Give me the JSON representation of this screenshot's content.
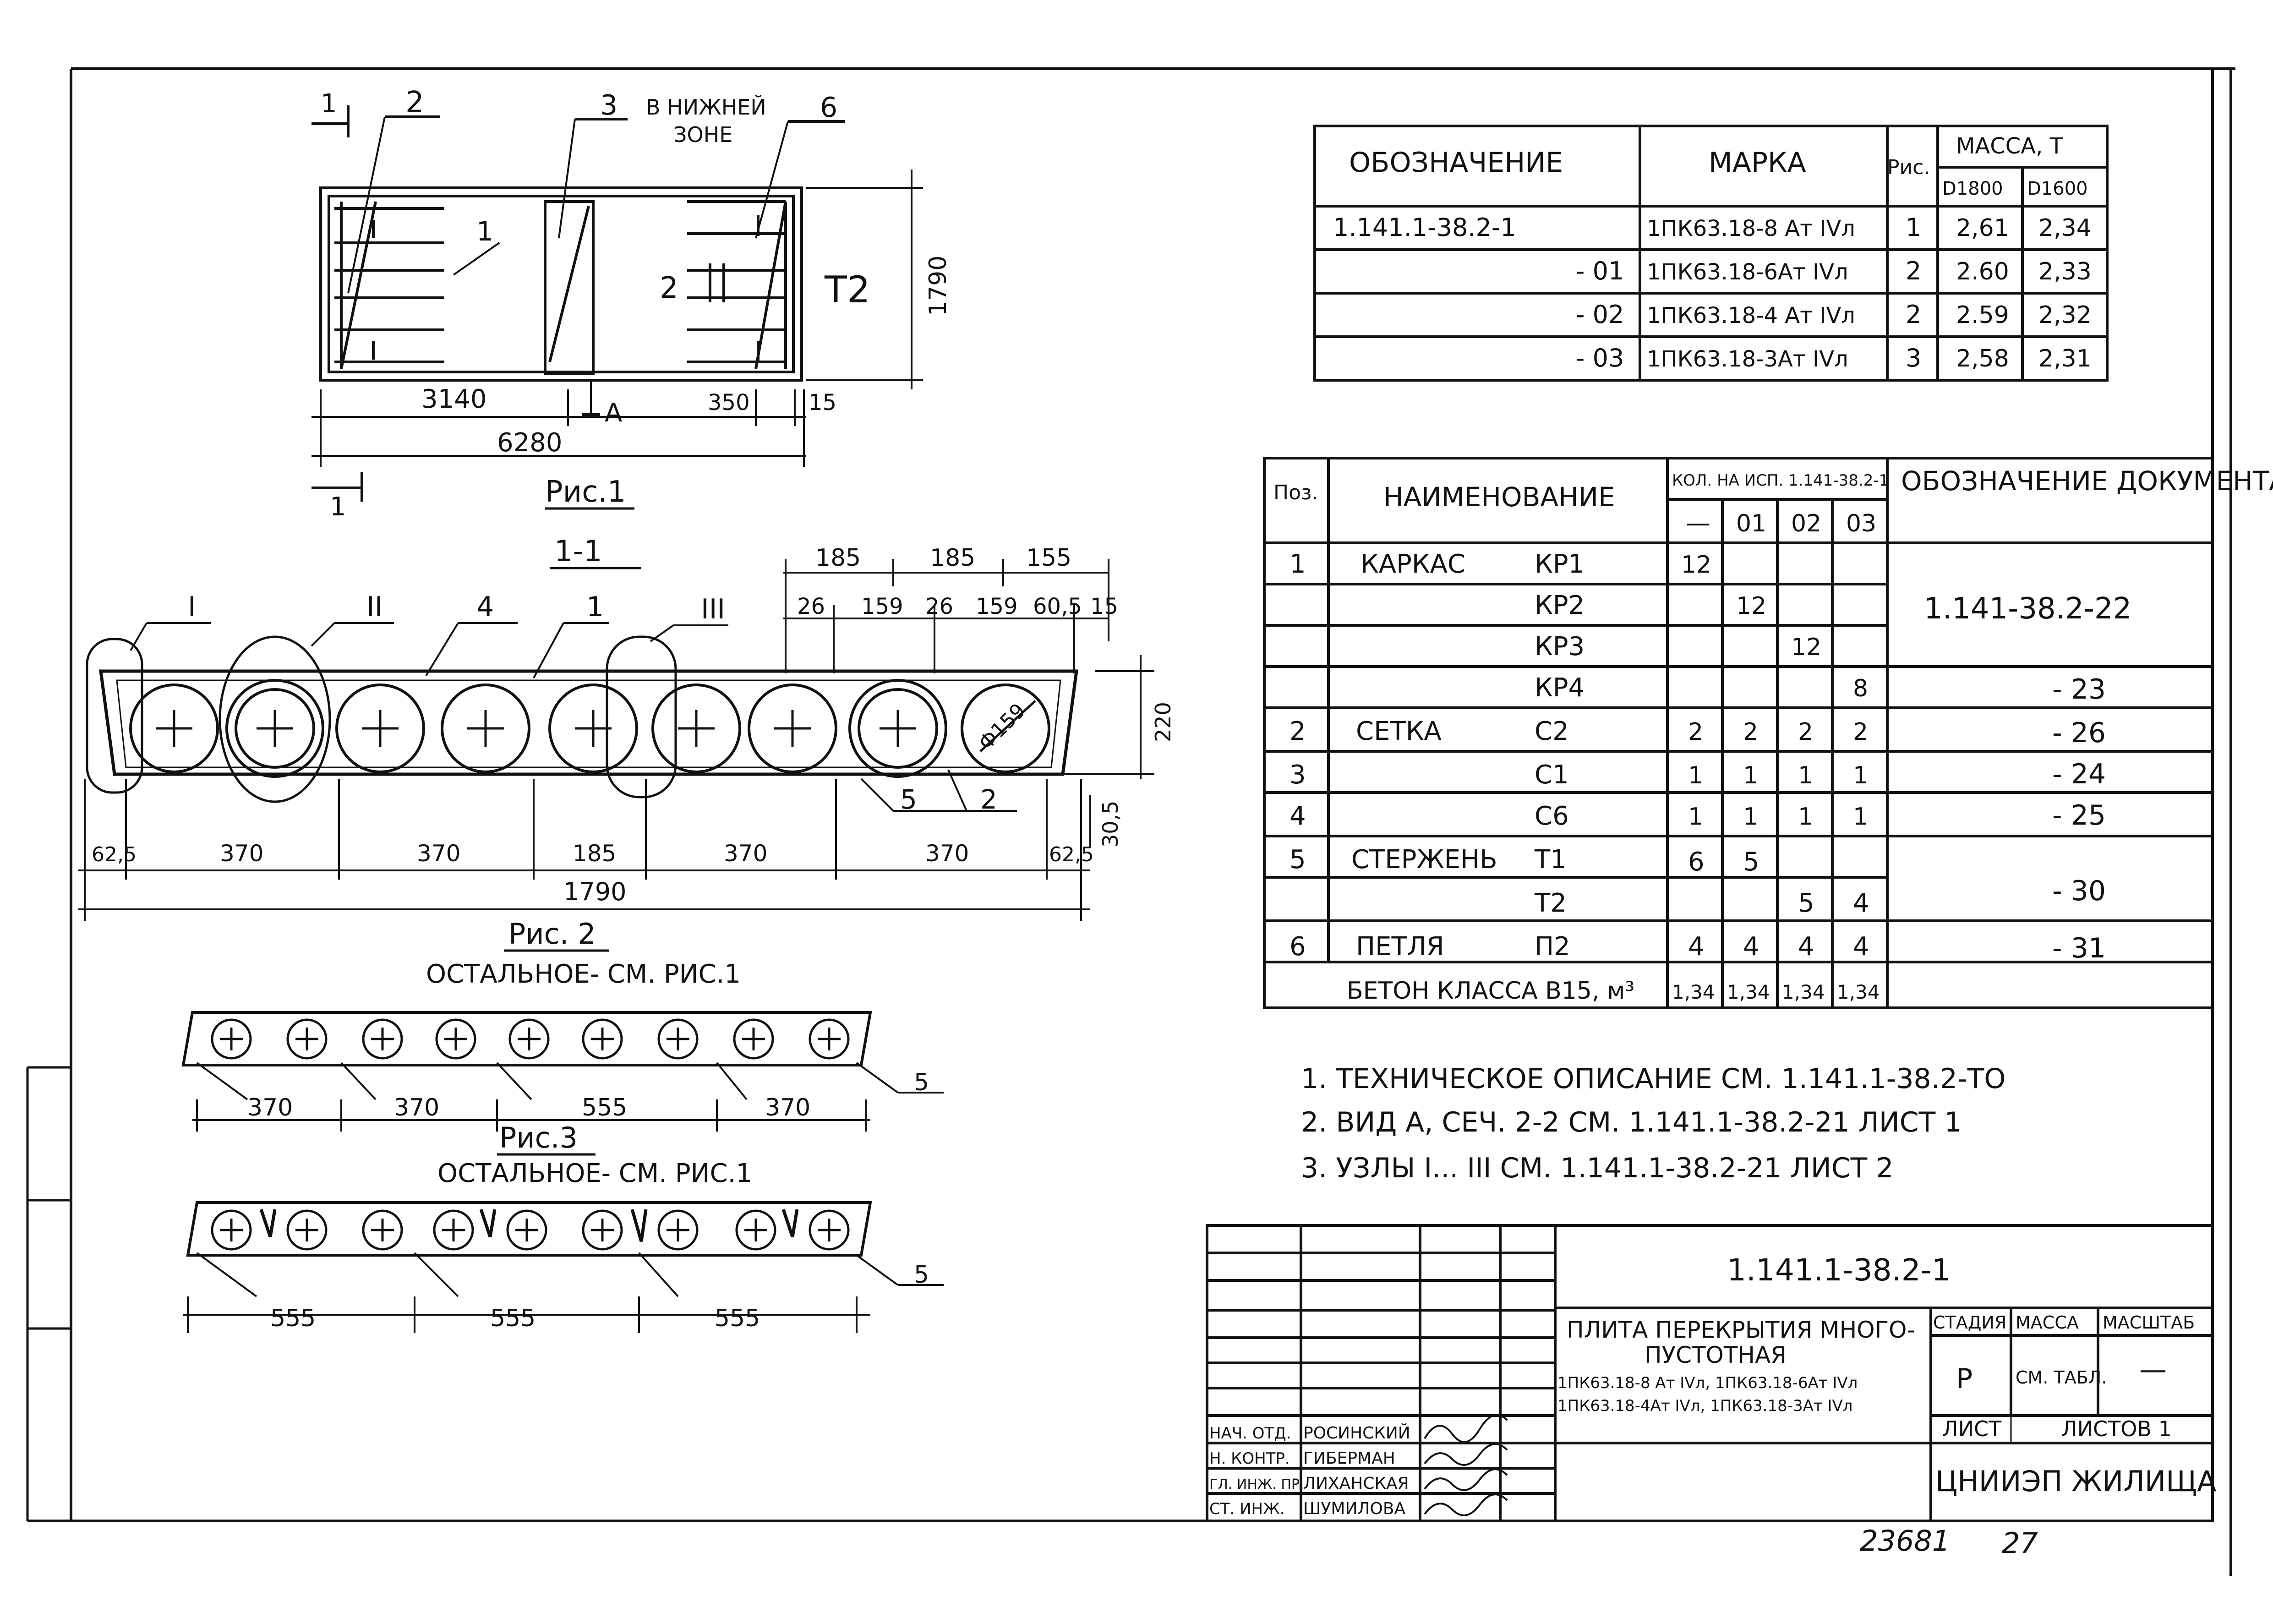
{
  "fig1": {
    "callouts": [
      "1",
      "2",
      "3",
      "6",
      "1",
      "2",
      "T2",
      "1"
    ],
    "lower_zone": [
      "В НИЖНЕЙ",
      "ЗОНЕ"
    ],
    "dims": [
      "3140",
      "6280",
      "350",
      "15",
      "1790"
    ],
    "section_mark": "А",
    "caption": "Рис.1"
  },
  "fig2": {
    "section_title": "1-1",
    "nodes": [
      "I",
      "II",
      "III"
    ],
    "callouts": [
      "4",
      "1",
      "5",
      "2"
    ],
    "top_dims": [
      "185",
      "185",
      "155",
      "26",
      "159",
      "26",
      "159",
      "60,5",
      "15"
    ],
    "diameter": "Ф159",
    "height_dims": [
      "220",
      "30,5"
    ],
    "bottom_dims": [
      "62,5",
      "370",
      "370",
      "185",
      "370",
      "370",
      "62,5"
    ],
    "total": "1790",
    "caption": "Рис. 2",
    "note": "ОСТАЛЬНОЕ- СМ. РИС.1"
  },
  "fig3": {
    "dims": [
      "370",
      "370",
      "555",
      "370"
    ],
    "callout": "5",
    "caption": "Рис.3",
    "note": "ОСТАЛЬНОЕ- СМ. РИС.1"
  },
  "fig4": {
    "dims": [
      "555",
      "555",
      "555"
    ],
    "callout": "5"
  },
  "mark_table": {
    "headers": {
      "designation": "ОБОЗНАЧЕНИЕ",
      "mark": "МАРКА",
      "fig": "Рис.",
      "mass": "МАССА, Т",
      "d1800": "D1800",
      "d1600": "D1600"
    },
    "rows": [
      {
        "designation": "1.141.1-38.2-1",
        "mark": "1ПК63.18-8 Ат IVл",
        "fig": "1",
        "d1800": "2,61",
        "d1600": "2,34"
      },
      {
        "designation": "- 01",
        "mark": "1ПК63.18-6Ат IVл",
        "fig": "2",
        "d1800": "2.60",
        "d1600": "2,33"
      },
      {
        "designation": "- 02",
        "mark": "1ПК63.18-4 Ат IVл",
        "fig": "2",
        "d1800": "2.59",
        "d1600": "2,32"
      },
      {
        "designation": "- 03",
        "mark": "1ПК63.18-3Ат IVл",
        "fig": "3",
        "d1800": "2,58",
        "d1600": "2,31"
      }
    ]
  },
  "spec_table": {
    "headers": {
      "pos": "Поз.",
      "name": "НАИМЕНОВАНИЕ",
      "qty": "КОЛ. НА ИСП. 1.141-38.2-1",
      "cols": [
        "—",
        "01",
        "02",
        "03"
      ],
      "doc": "ОБОЗНАЧЕНИЕ ДОКУМЕНТА"
    },
    "rows": [
      {
        "pos": "1",
        "name": "КАРКАС",
        "item": "КР1",
        "q": [
          "12",
          "",
          "",
          ""
        ],
        "doc": ""
      },
      {
        "pos": "",
        "name": "",
        "item": "КР2",
        "q": [
          "",
          "12",
          "",
          ""
        ],
        "doc": "1.141-38.2-22"
      },
      {
        "pos": "",
        "name": "",
        "item": "КР3",
        "q": [
          "",
          "",
          "12",
          ""
        ],
        "doc": ""
      },
      {
        "pos": "",
        "name": "",
        "item": "КР4",
        "q": [
          "",
          "",
          "",
          "8"
        ],
        "doc": "- 23"
      },
      {
        "pos": "2",
        "name": "СЕТКА",
        "item": "С2",
        "q": [
          "2",
          "2",
          "2",
          "2"
        ],
        "doc": "- 26"
      },
      {
        "pos": "3",
        "name": "",
        "item": "С1",
        "q": [
          "1",
          "1",
          "1",
          "1"
        ],
        "doc": "- 24"
      },
      {
        "pos": "4",
        "name": "",
        "item": "С6",
        "q": [
          "1",
          "1",
          "1",
          "1"
        ],
        "doc": "- 25"
      },
      {
        "pos": "5",
        "name": "СТЕРЖЕНЬ",
        "item": "Т1",
        "q": [
          "6",
          "5",
          "",
          ""
        ],
        "doc": ""
      },
      {
        "pos": "",
        "name": "",
        "item": "Т2",
        "q": [
          "",
          "",
          "5",
          "4"
        ],
        "doc": "- 30"
      },
      {
        "pos": "6",
        "name": "ПЕТЛЯ",
        "item": "П2",
        "q": [
          "4",
          "4",
          "4",
          "4"
        ],
        "doc": "- 31"
      },
      {
        "pos": "",
        "name": "БЕТОН КЛАССА В15, м³",
        "item": "",
        "q": [
          "1,34",
          "1,34",
          "1,34",
          "1,34"
        ],
        "doc": ""
      }
    ]
  },
  "notes": [
    "1. ТЕХНИЧЕСКОЕ ОПИСАНИЕ СМ. 1.141.1-38.2-ТО",
    "2. ВИД А, СЕЧ. 2-2  СМ. 1.141.1-38.2-21   ЛИСТ 1",
    "3. УЗЛЫ I... III  СМ.  1.141.1-38.2-21   ЛИСТ 2"
  ],
  "title_block": {
    "code": "1.141.1-38.2-1",
    "title_lines": [
      "ПЛИТА ПЕРЕКРЫТИЯ МНОГО-",
      "ПУСТОТНАЯ"
    ],
    "marks_lines": [
      "1ПК63.18-8 Ат IVл, 1ПК63.18-6Ат IVл",
      "1ПК63.18-4Ат IVл, 1ПК63.18-3Ат IVл"
    ],
    "stage_label": "СТАДИЯ",
    "mass_label": "МАССА",
    "scale_label": "МАСШТАБ",
    "stage": "Р",
    "mass": "СМ. ТАБЛ.",
    "scale": "—",
    "sheet_label": "ЛИСТ",
    "sheets_label": "ЛИСТОВ 1",
    "org": "ЦНИИЭП ЖИЛИЩА",
    "people": [
      {
        "role": "НАЧ. ОТД.",
        "name": "РОСИНСКИЙ"
      },
      {
        "role": "Н. КОНТР.",
        "name": "ГИБЕРМАН"
      },
      {
        "role": "ГЛ. ИНЖ. ПР.",
        "name": "ЛИХАНСКАЯ"
      },
      {
        "role": "СТ. ИНЖ.",
        "name": "ШУМИЛОВА"
      }
    ]
  },
  "footer": {
    "number": "23681",
    "page": "27"
  }
}
